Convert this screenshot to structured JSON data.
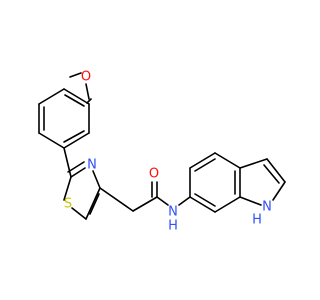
{
  "molecule": {
    "atoms": {
      "methoxy_o": {
        "label": "O",
        "color": "#ff0d0d"
      },
      "thiazole_s": {
        "label": "S",
        "color": "#c8c800"
      },
      "thiazole_n": {
        "label": "N",
        "color": "#3050f8"
      },
      "carbonyl_o": {
        "label": "O",
        "color": "#ff0d0d"
      },
      "amide_n": {
        "label": "N",
        "color": "#3050f8"
      },
      "amide_h": {
        "label": "H",
        "color": "#3050f8"
      },
      "indole_n": {
        "label": "N",
        "color": "#3050f8"
      },
      "indole_h": {
        "label": "H",
        "color": "#3050f8"
      }
    },
    "bond_color": "#000000",
    "background": "#ffffff"
  }
}
